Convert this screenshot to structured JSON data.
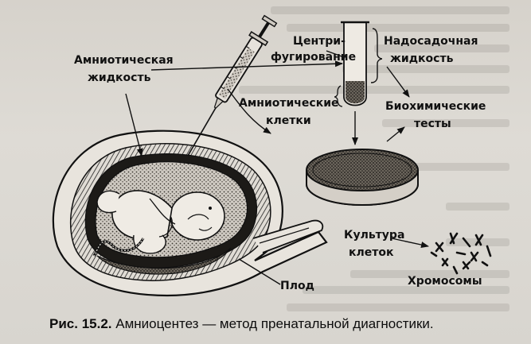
{
  "figure": {
    "labels": {
      "amniotic_fluid_line1": "Амниотическая",
      "amniotic_fluid_line2": "жидкость",
      "centrifugation_line1": "Центри-",
      "centrifugation_line2": "фугирование",
      "supernatant_line1": "Надосадочная",
      "supernatant_line2": "жидкость",
      "amniotic_cells_line1": "Амниотические",
      "amniotic_cells_line2": "клетки",
      "biochem_line1": "Биохимические",
      "biochem_line2": "тесты",
      "culture_line1": "Культура",
      "culture_line2": "клеток",
      "fetus": "Плод",
      "chromosomes": "Хромосомы"
    },
    "caption": {
      "number": "Рис. 15.2.",
      "text": "Амниоцентез — метод пренатальной диагностики."
    }
  }
}
